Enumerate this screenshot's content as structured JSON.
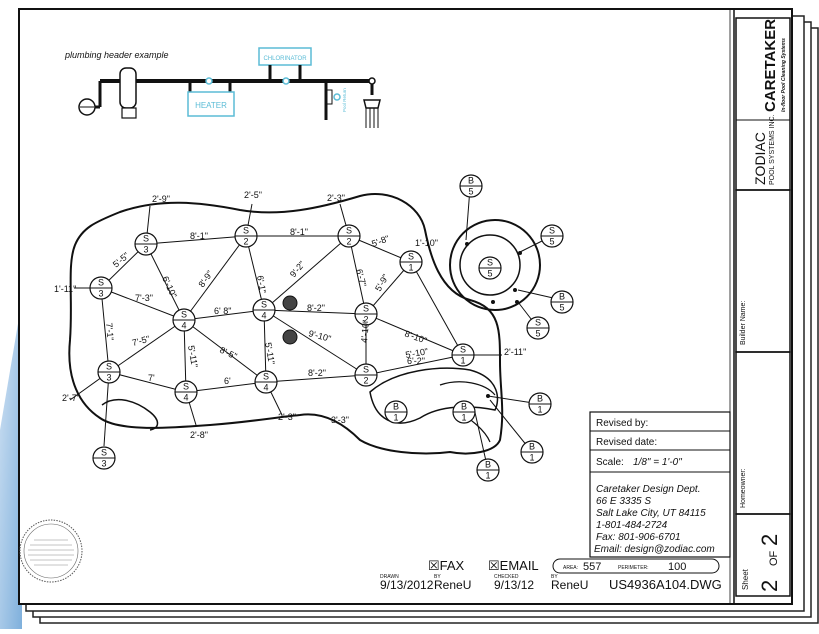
{
  "plumbing": {
    "caption": "plumbing header example",
    "chlorinator": "CHLORINATOR",
    "heater": "HEATER",
    "pool_return": "Pool Return"
  },
  "dimensions": [
    "2'-9\"",
    "2'-5\"",
    "2'-3\"",
    "8'-1\"",
    "8'-1\"",
    "5'-8\"",
    "1'-10\"",
    "5'-5\"",
    "6'-10\"",
    "8'-9\"",
    "6'-1\"",
    "9'-2\"",
    "6'-7\"",
    "5'-9\"",
    "1'-11\"",
    "7'-3\"",
    "6' 8\"",
    "8'-2\"",
    "8'-10\"",
    "7'-1\"",
    "7'-5\"",
    "5'-11\"",
    "8'-5\"",
    "5'-11\"",
    "9'-10\"",
    "4'-10\"",
    "5'-10\"",
    "7'",
    "6'",
    "8'-2\"",
    "6'-2\"",
    "2'-11\"",
    "2'-7\"",
    "2'-8\"",
    "2'-3\"",
    "3'-3\""
  ],
  "title_block": {
    "revised_by": "Revised by:",
    "revised_date": "Revised date:",
    "scale_label": "Scale:",
    "scale_value": "1/8\" = 1'-0\"",
    "company": "Caretaker Design Dept.",
    "address1": "66 E 3335 S",
    "address2": "Salt Lake City, UT 84115",
    "phone": "1-801-484-2724",
    "fax": "Fax: 801-906-6701",
    "email": "Email: design@zodiac.com",
    "fax_box": "☒FAX",
    "email_box": "☒EMAIL",
    "area_label": "AREA:",
    "area_value": "557",
    "perimeter_label": "PERIMETER:",
    "perimeter_value": "100",
    "drawn_label": "DRAWN",
    "drawn_date": "9/13/2012",
    "drawn_by_label": "BY",
    "drawn_by": "ReneU",
    "checked_label": "CHECKED",
    "checked_date": "9/13/12",
    "checked_by_label": "BY",
    "checked_by": "ReneU",
    "drawing_number": "US4936A104.DWG"
  },
  "side_block": {
    "brand": "CARETAKER",
    "brand_sub": "In-floor Pool Cleaning Systems",
    "company": "ZODIAC",
    "company_sub": "POOL SYSTEMS INC.",
    "builder_name": "Builder Name:",
    "homeowner": "Homeowner:",
    "sheet_label": "Sheet",
    "sheet_num": "2",
    "sheet_of": "OF",
    "sheet_total": "2"
  },
  "colors": {
    "line": "#111111",
    "accent": "#5bbcd6",
    "side_blue": "#9fc3e3"
  }
}
